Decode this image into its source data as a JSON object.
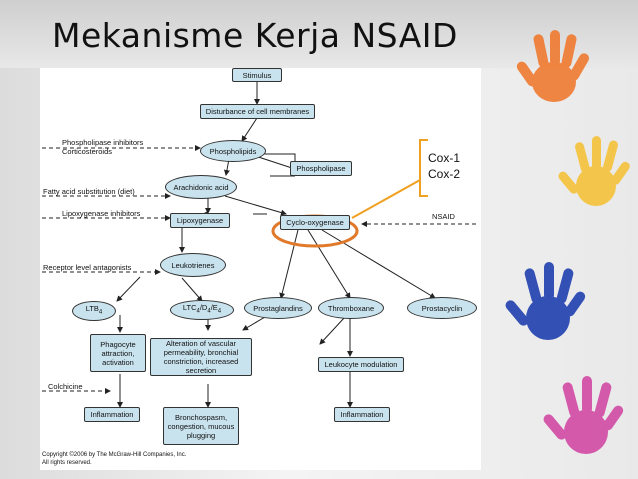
{
  "slide": {
    "title": "Mekanisme Kerja NSAID"
  },
  "diagram": {
    "nodes": {
      "stimulus": "Stimulus",
      "disturbance": "Disturbance of cell membranes",
      "phospholipids": "Phospholipids",
      "phospholipase": "Phospholipase",
      "arachidonic": "Arachidonic acid",
      "lipoxygenase": "Lipoxygenase",
      "cyclooxygenase": "Cyclo-oxygenase",
      "leukotrienes": "Leukotrienes",
      "ltb4_a": "LTB",
      "ltb4_b": "4",
      "ltc_a": "LTC",
      "ltc_b": "4",
      "ltc_c": "/D",
      "ltc_d": "4",
      "ltc_e": "/E",
      "ltc_f": "4",
      "prostaglandins": "Prostaglandins",
      "thromboxane": "Thromboxane",
      "prostacyclin": "Prostacyclin",
      "phagocyte": "Phagocyte attraction, activation",
      "alteration": "Alteration of vascular permeability, bronchial constriction, increased secretion",
      "leukocyte": "Leukocyte modulation",
      "inflammation1": "Inflammation",
      "broncho": "Bronchospasm, congestion, mucous plugging",
      "inflammation2": "Inflammation"
    },
    "side_labels": {
      "phospholipase_inhibitors": "Phospholipase inhibitors",
      "corticosteroids": "Corticosteroids",
      "fatty_acid": "Fatty acid substitution (diet)",
      "lipoxygenase_inhibitors": "Lipoxygenase inhibitors",
      "receptor_antagonists": "Receptor level antagonists",
      "colchicine": "Colchicine",
      "nsaid": "NSAID"
    },
    "copyright_line1": "Copyright ©2006 by The McGraw-Hill Companies, Inc.",
    "copyright_line2": "All rights reserved.",
    "callout": {
      "line1": "Cox-1",
      "line2": "Cox-2"
    }
  },
  "colors": {
    "node_fill": "#c9e3ee",
    "highlight_circle": "#e07a2a",
    "callout_bracket": "#f0a020",
    "hands": [
      "#f07a30",
      "#f5c030",
      "#2040b0",
      "#d040a0"
    ]
  }
}
